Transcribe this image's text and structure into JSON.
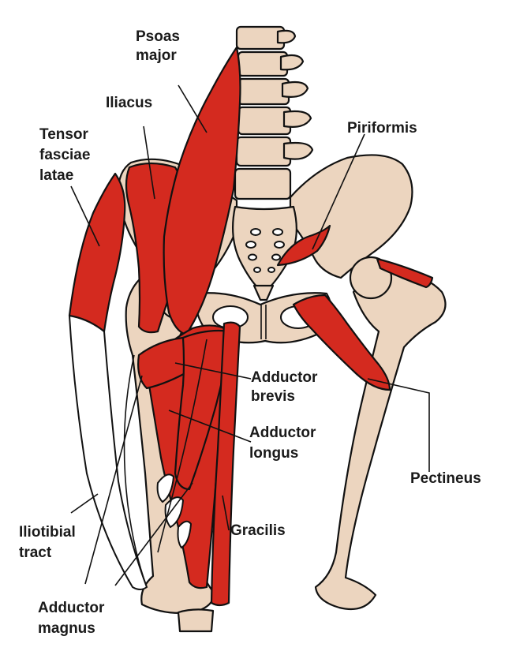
{
  "labels": {
    "psoas_line1": "Psoas",
    "psoas_line2": "major",
    "iliacus": "Iliacus",
    "tensor_line1": "Tensor",
    "tensor_line2": "fasciae",
    "tensor_line3": "latae",
    "piriformis": "Piriformis",
    "add_brevis_line1": "Adductor",
    "add_brevis_line2": "brevis",
    "add_longus_line1": "Adductor",
    "add_longus_line2": "longus",
    "pectineus": "Pectineus",
    "gracilis": "Gracilis",
    "iliotibial_line1": "Iliotibial",
    "iliotibial_line2": "tract",
    "add_magnus_line1": "Adductor",
    "add_magnus_line2": "magnus"
  },
  "colors": {
    "muscle": "#d42a1f",
    "bone": "#ecd5bf",
    "outline": "#111111"
  }
}
